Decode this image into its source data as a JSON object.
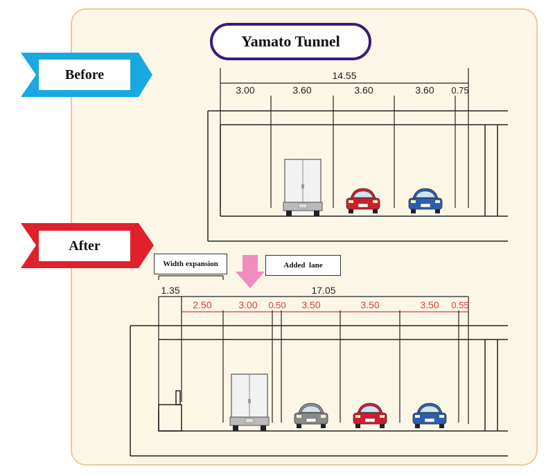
{
  "title": "Yamato Tunnel",
  "before": {
    "label": "Before",
    "total_width": "14.55",
    "segments": [
      "3.00",
      "3.60",
      "3.60",
      "3.60",
      "0.75"
    ]
  },
  "after": {
    "label": "After",
    "width_expansion_label": "Width expansion",
    "added_lane_label": "Added  lane",
    "expansion_width": "1.35",
    "total_width": "17.05",
    "segments": [
      "2.50",
      "3.00",
      "0.50",
      "3.50",
      "3.50",
      "3.50",
      "0.55"
    ]
  },
  "colors": {
    "before_arrow": "#1aa8e0",
    "after_arrow": "#e0202a",
    "title_border": "#3a1a7a",
    "panel_bg": "#fbf6e6",
    "panel_border": "#f0c89a",
    "after_dims": "#e03a3a",
    "down_arrow": "#f08cc0"
  }
}
